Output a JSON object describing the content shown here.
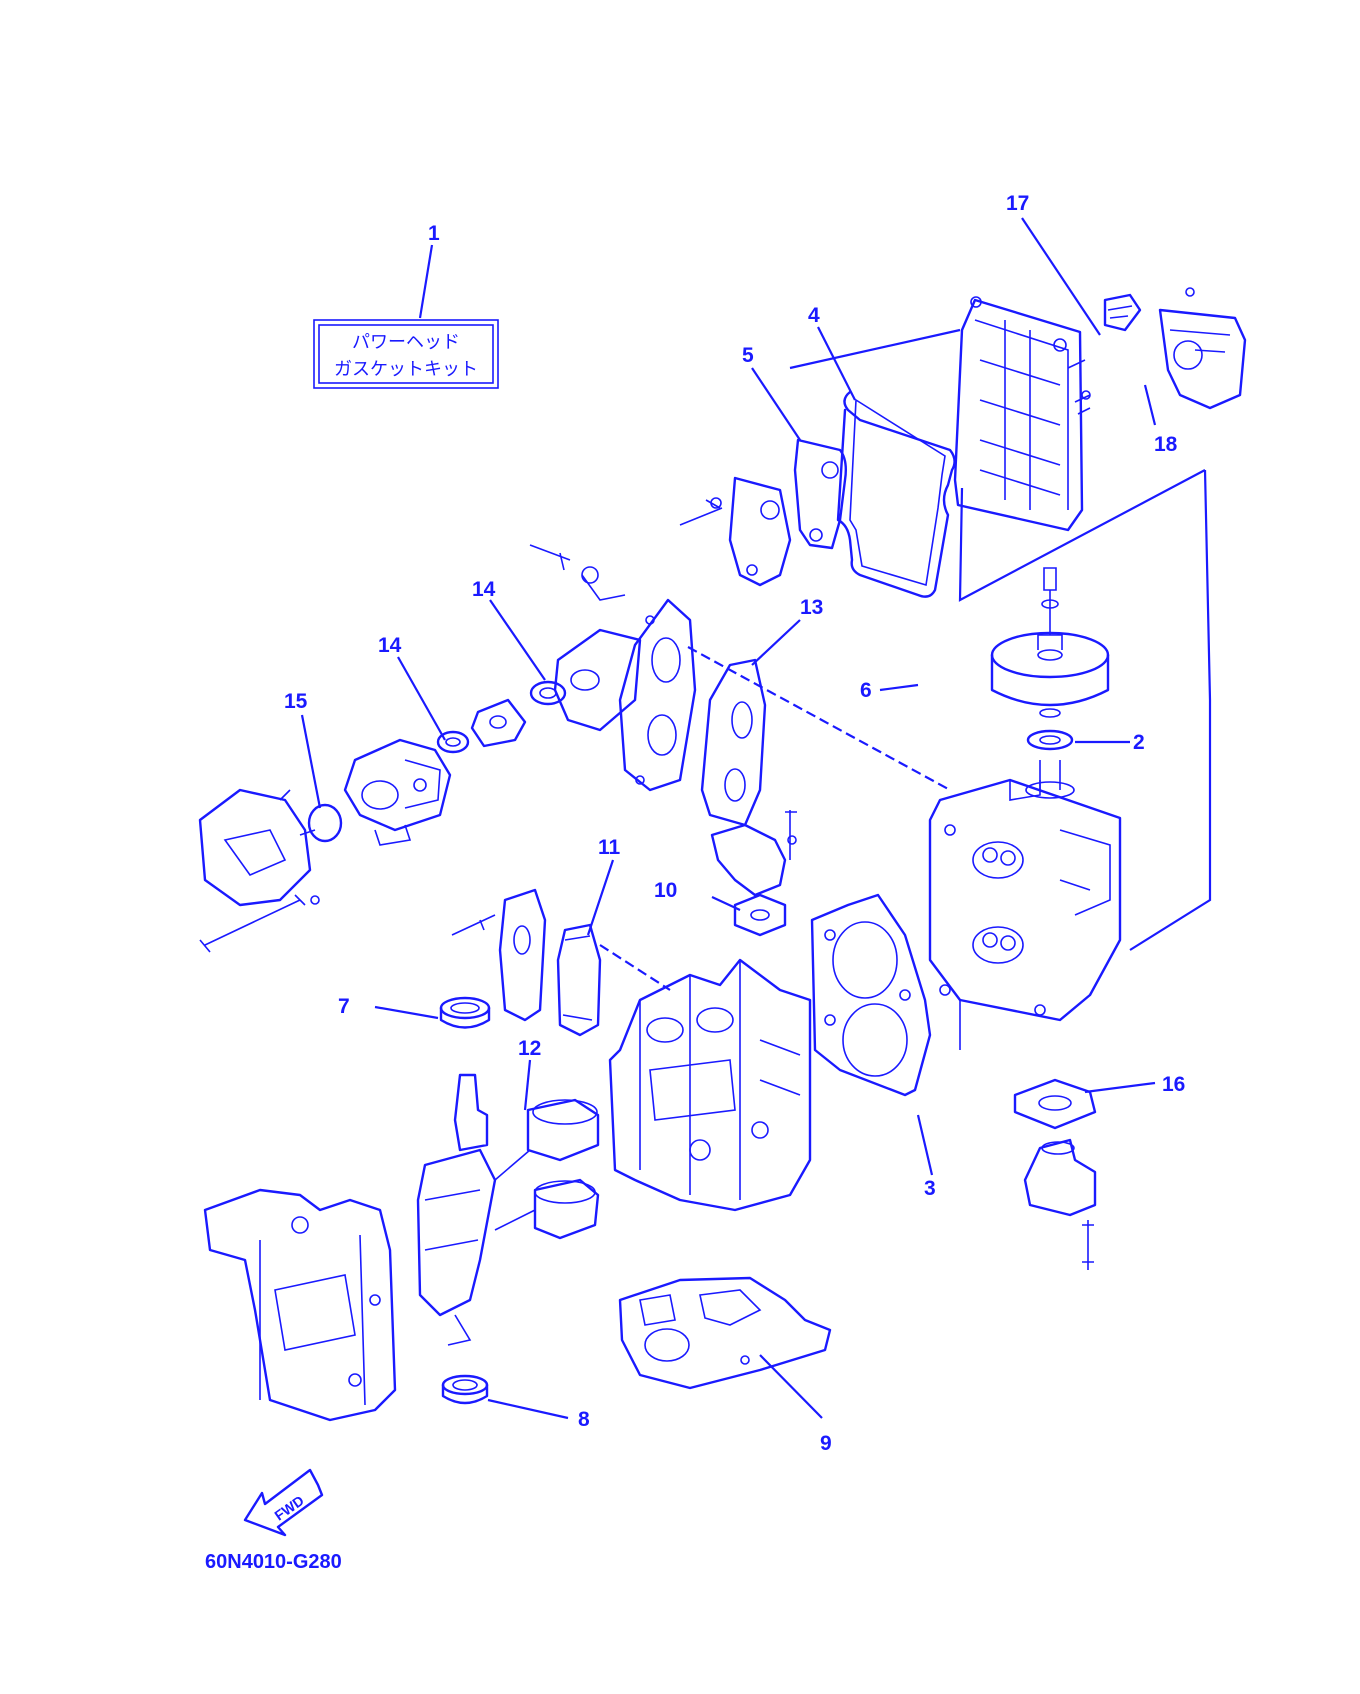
{
  "kit_label": {
    "line1": "パワーヘッド",
    "line2": "ガスケットキット"
  },
  "callouts": [
    "1",
    "2",
    "3",
    "4",
    "5",
    "6",
    "7",
    "8",
    "9",
    "10",
    "11",
    "12",
    "13",
    "14",
    "14",
    "15",
    "16",
    "17",
    "18"
  ],
  "direction_label": "FWD",
  "diagram_code": "60N4010-G280",
  "colors": {
    "line": "#1a1aff",
    "background": "#ffffff"
  }
}
